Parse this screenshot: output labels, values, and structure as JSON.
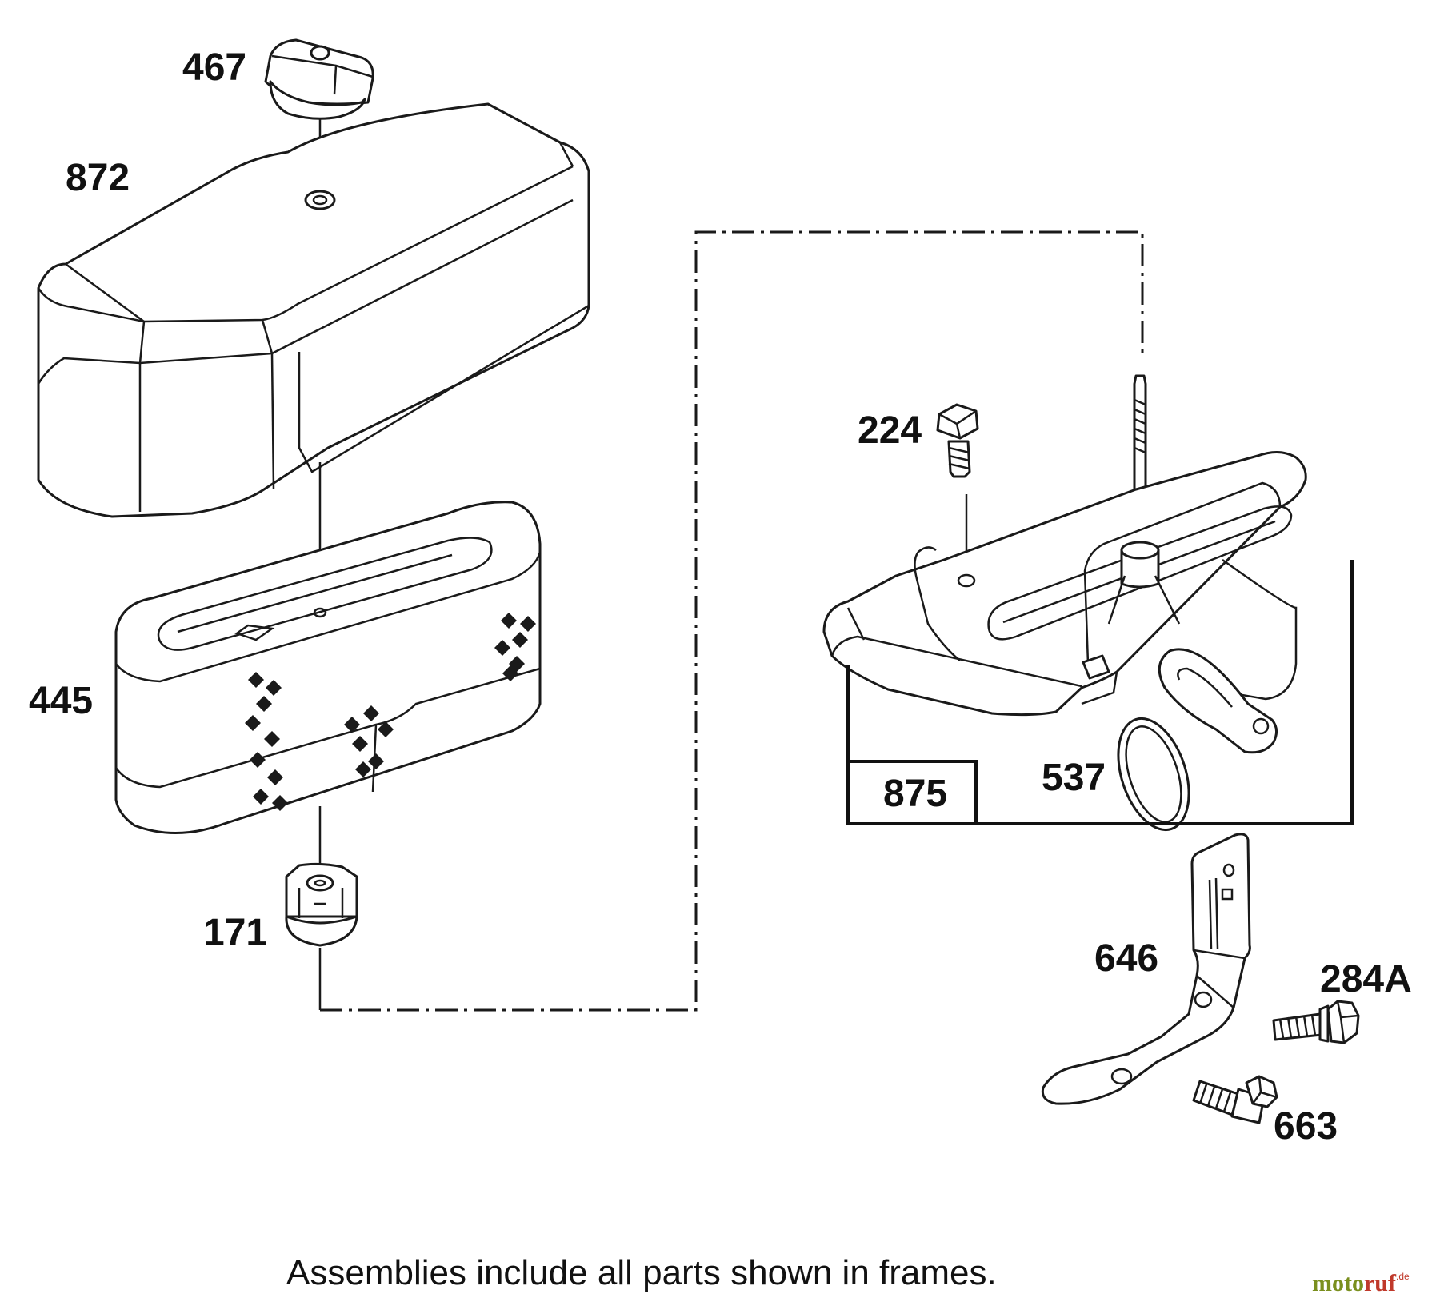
{
  "callouts": {
    "p467": "467",
    "p872": "872",
    "p445": "445",
    "p171": "171",
    "p224": "224",
    "p875": "875",
    "p537": "537",
    "p646": "646",
    "p284a": "284A",
    "p663": "663"
  },
  "caption": "Assemblies include all parts shown in frames.",
  "watermark": {
    "part1": "moto",
    "part2": "ruf",
    "suffix": ".de"
  },
  "colors": {
    "line": "#1a1a1a",
    "watermark_green": "#7a8f1e",
    "watermark_red": "#c0392b"
  }
}
